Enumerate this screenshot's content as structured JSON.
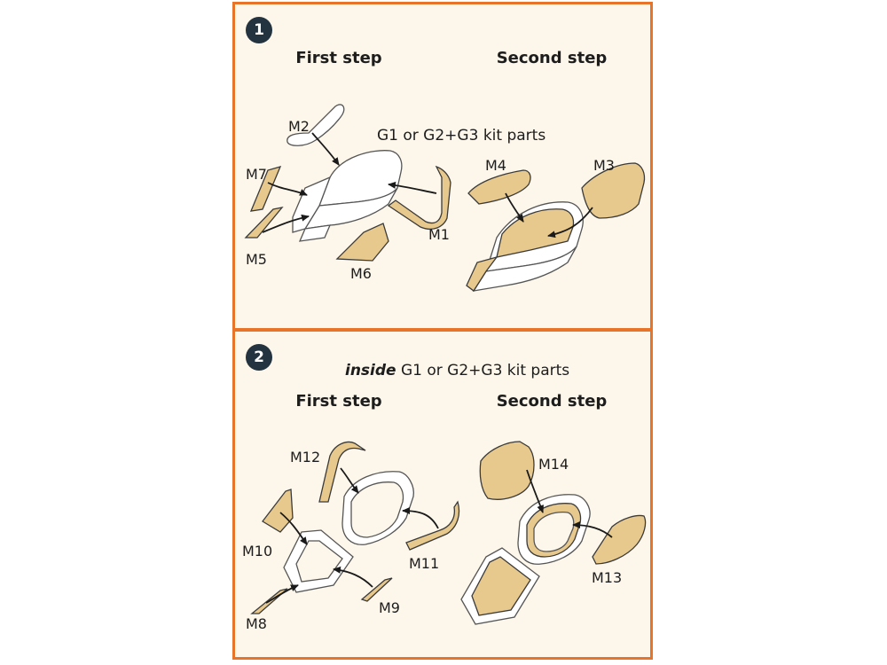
{
  "colors": {
    "frame": "#e8742a",
    "panel_bg": "#fdf6ea",
    "badge": "#23333f",
    "mask": "#e8c98d"
  },
  "panel1": {
    "badge": "1",
    "first_step": "First step",
    "second_step": "Second step",
    "kit_note": "G1 or G2+G3 kit parts",
    "labels": {
      "m1": "M1",
      "m2": "M2",
      "m3": "M3",
      "m4": "M4",
      "m5": "M5",
      "m6": "M6",
      "m7": "M7"
    }
  },
  "panel2": {
    "badge": "2",
    "note_emphasis": "inside",
    "note_rest": " G1 or G2+G3 kit parts",
    "first_step": "First step",
    "second_step": "Second step",
    "labels": {
      "m8": "M8",
      "m9": "M9",
      "m10": "M10",
      "m11": "M11",
      "m12": "M12",
      "m13": "M13",
      "m14": "M14"
    }
  }
}
